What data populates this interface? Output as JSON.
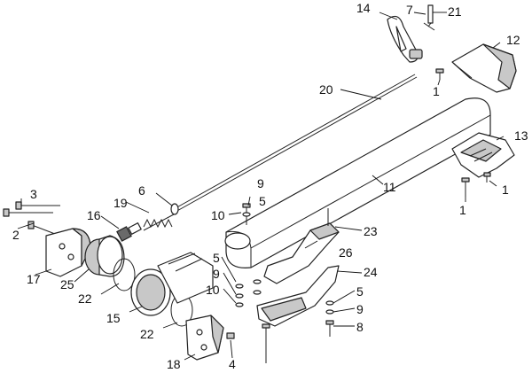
{
  "callouts": [
    {
      "id": "c1a",
      "text": "1"
    },
    {
      "id": "c1b",
      "text": "1"
    },
    {
      "id": "c1c",
      "text": "1"
    },
    {
      "id": "c2",
      "text": "2"
    },
    {
      "id": "c3",
      "text": "3"
    },
    {
      "id": "c4",
      "text": "4"
    },
    {
      "id": "c5a",
      "text": "5"
    },
    {
      "id": "c5b",
      "text": "5"
    },
    {
      "id": "c5c",
      "text": "5"
    },
    {
      "id": "c6",
      "text": "6"
    },
    {
      "id": "c7",
      "text": "7"
    },
    {
      "id": "c8",
      "text": "8"
    },
    {
      "id": "c9a",
      "text": "9"
    },
    {
      "id": "c9b",
      "text": "9"
    },
    {
      "id": "c9c",
      "text": "9"
    },
    {
      "id": "c10a",
      "text": "10"
    },
    {
      "id": "c10b",
      "text": "10"
    },
    {
      "id": "c11",
      "text": "11"
    },
    {
      "id": "c12",
      "text": "12"
    },
    {
      "id": "c13",
      "text": "13"
    },
    {
      "id": "c14",
      "text": "14"
    },
    {
      "id": "c15",
      "text": "15"
    },
    {
      "id": "c16",
      "text": "16"
    },
    {
      "id": "c17",
      "text": "17"
    },
    {
      "id": "c18",
      "text": "18"
    },
    {
      "id": "c19",
      "text": "19"
    },
    {
      "id": "c20",
      "text": "20"
    },
    {
      "id": "c21",
      "text": "21"
    },
    {
      "id": "c22a",
      "text": "22"
    },
    {
      "id": "c22b",
      "text": "22"
    },
    {
      "id": "c23",
      "text": "23"
    },
    {
      "id": "c24",
      "text": "24"
    },
    {
      "id": "c25",
      "text": "25"
    },
    {
      "id": "c26",
      "text": "26"
    }
  ]
}
